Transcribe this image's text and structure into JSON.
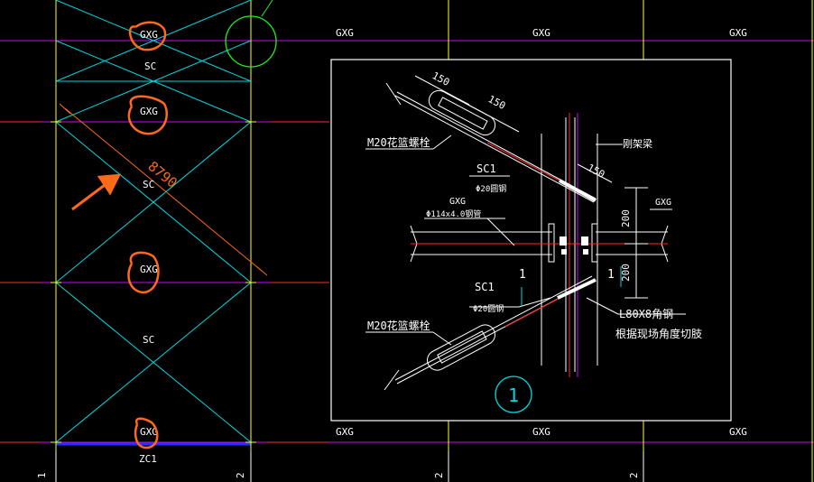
{
  "labels": {
    "gxg": "GXG",
    "sc": "SC",
    "zc1": "ZC1",
    "dim_8790": "8790",
    "dim_150": "150",
    "dim_200": "200",
    "m20": "M20花篮螺栓",
    "sc1": "SC1",
    "phi20": "Φ20圆钢",
    "pipe": "Φ114x4.0钢管",
    "frame_beam": "刚架梁",
    "angle": "L80X8角钢",
    "cut_note": "根据现场角度切肢",
    "section_1": "1",
    "detail_1": "1",
    "axis_1": "1",
    "axis_2": "2"
  },
  "colors": {
    "background": "#000000",
    "white": "#ffffff",
    "cyan": "#00d8e0",
    "yellow": "#ffff33",
    "magenta": "#d000ff",
    "red": "#ff2a2a",
    "green": "#22ee22",
    "orange": "#ff6a1a",
    "blue": "#3040ff"
  }
}
